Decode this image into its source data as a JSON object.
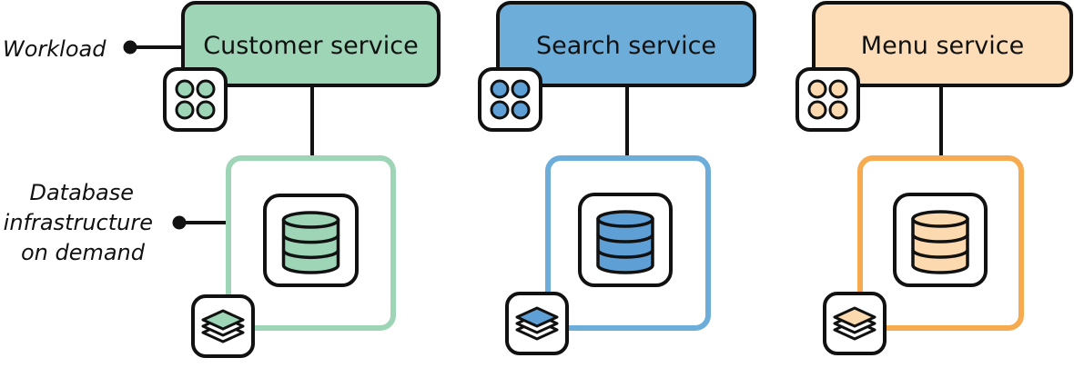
{
  "annotations": {
    "workload": "Workload",
    "database_lines": [
      "Database",
      "infrastructure",
      "on demand"
    ]
  },
  "services": [
    {
      "title": "Customer service",
      "fill": "#9ED5B6",
      "border": "#9ED5B6",
      "icon_fill": "#9ED5B6"
    },
    {
      "title": "Search service",
      "fill": "#6CADD9",
      "border": "#6CADD9",
      "icon_fill": "#5EA0D6"
    },
    {
      "title": "Menu service",
      "fill": "#FDDDB8",
      "border": "#F7AB50",
      "icon_fill": "#FDD9B0"
    }
  ],
  "colors": {
    "stroke": "#111111",
    "background": "#ffffff"
  },
  "icons": [
    "node-grid-icon",
    "database-cylinder-icon",
    "layers-stack-icon"
  ]
}
